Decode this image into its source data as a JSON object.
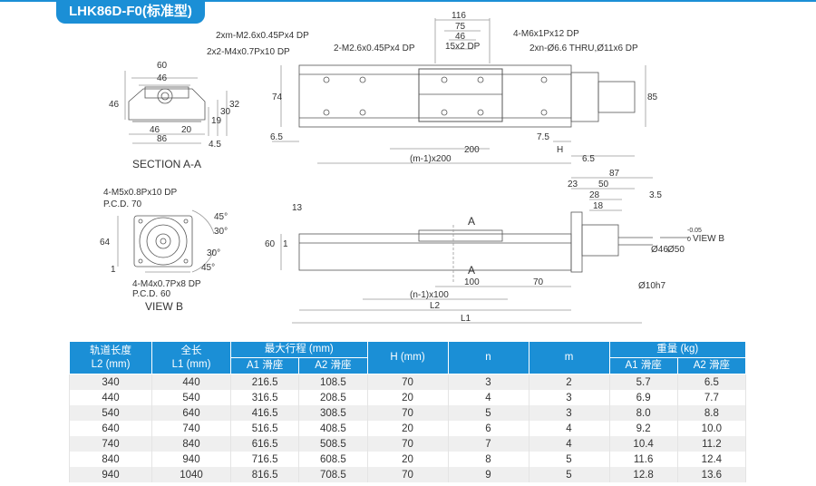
{
  "title": "LHK86D-F0(标准型)",
  "top_view": {
    "labels": [
      "2xm-M2.6x0.45Px4 DP",
      "2x2-M4x0.7Px10 DP",
      "2-M2.6x0.45Px4 DP",
      "4-M6x1Px12 DP",
      "2xn-Ø6.6 THRU,Ø11x6 DP"
    ],
    "dims": [
      "116",
      "75",
      "46",
      "15x2 DP",
      "74",
      "85",
      "6.5",
      "200",
      "7.5",
      "H",
      "6.5",
      "(m-1)x200"
    ]
  },
  "section_aa": {
    "caption": "SECTION A-A",
    "dims": [
      "60",
      "46",
      "46",
      "20",
      "86",
      "46",
      "19",
      "30",
      "32",
      "4.5"
    ]
  },
  "view_b": {
    "caption": "VIEW B",
    "labels": [
      "4-M5x0.8Px10 DP",
      "P.C.D. 70",
      "4-M4x0.7Px8 DP",
      "P.C.D. 60"
    ],
    "dims": [
      "64",
      "1",
      "45°",
      "30°",
      "30°",
      "45°"
    ]
  },
  "side_view": {
    "dims": [
      "13",
      "60",
      "1",
      "A",
      "A",
      "100",
      "70",
      "(n-1)x100",
      "L2",
      "L1",
      "87",
      "23",
      "50",
      "28",
      "3.5",
      "18",
      "Ø46",
      "Ø50",
      "-0.05",
      "0",
      "Ø10h7"
    ],
    "view_b_label": "VIEW B"
  },
  "table": {
    "headers": {
      "col1": [
        "轨道长度",
        "L2 (mm)"
      ],
      "col2": [
        "全长",
        "L1 (mm)"
      ],
      "stroke": "最大行程 (mm)",
      "stroke_sub": [
        "A1 滑座",
        "A2 滑座"
      ],
      "h": "H (mm)",
      "n": "n",
      "m": "m",
      "weight": "重量 (kg)",
      "weight_sub": [
        "A1 滑座",
        "A2 滑座"
      ]
    },
    "rows": [
      [
        "340",
        "440",
        "216.5",
        "108.5",
        "70",
        "3",
        "2",
        "5.7",
        "6.5"
      ],
      [
        "440",
        "540",
        "316.5",
        "208.5",
        "20",
        "4",
        "3",
        "6.9",
        "7.7"
      ],
      [
        "540",
        "640",
        "416.5",
        "308.5",
        "70",
        "5",
        "3",
        "8.0",
        "8.8"
      ],
      [
        "640",
        "740",
        "516.5",
        "408.5",
        "20",
        "6",
        "4",
        "9.2",
        "10.0"
      ],
      [
        "740",
        "840",
        "616.5",
        "508.5",
        "70",
        "7",
        "4",
        "10.4",
        "11.2"
      ],
      [
        "840",
        "940",
        "716.5",
        "608.5",
        "20",
        "8",
        "5",
        "11.6",
        "12.4"
      ],
      [
        "940",
        "1040",
        "816.5",
        "708.5",
        "70",
        "9",
        "5",
        "12.8",
        "13.6"
      ]
    ]
  }
}
